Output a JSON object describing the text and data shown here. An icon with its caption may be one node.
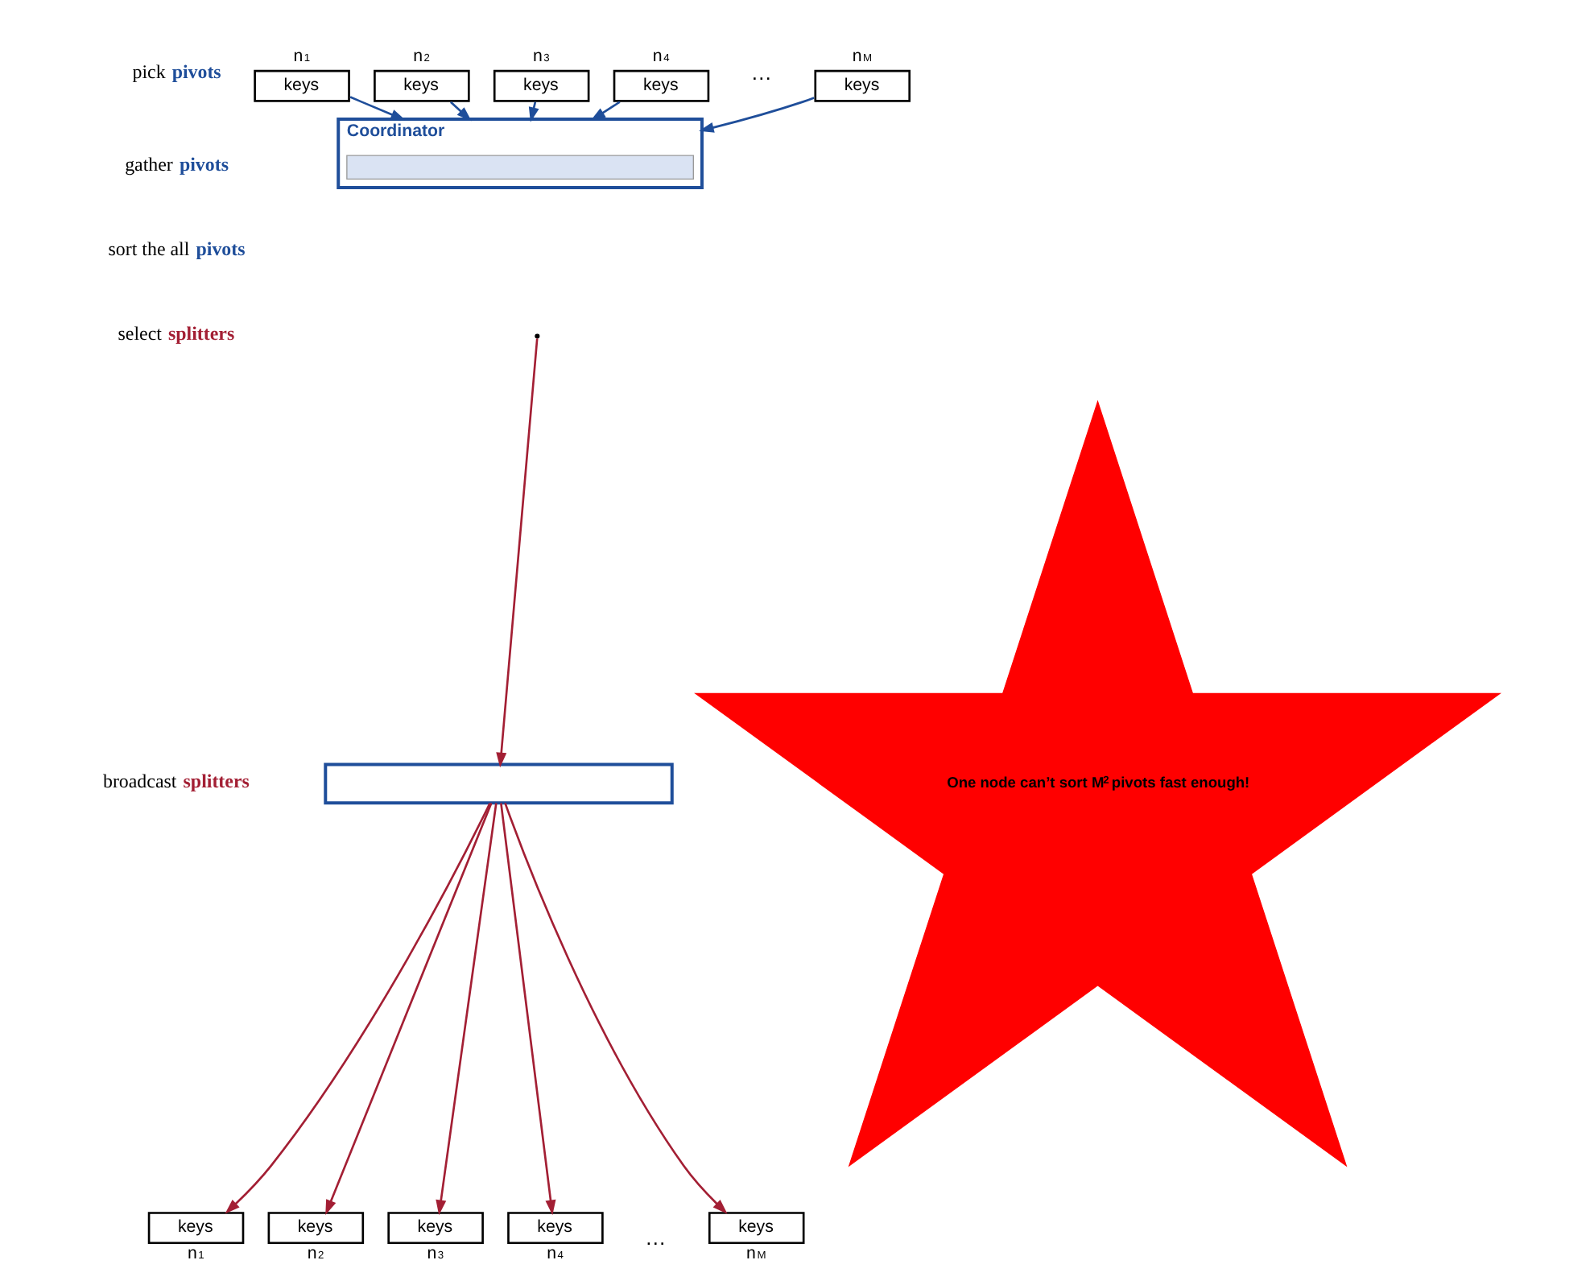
{
  "diagram": {
    "nodes": [
      {
        "text": [
          "keys"
        ],
        "beside": [
          "n$_{1}$"
        ]
      },
      {
        "text": [
          "keys"
        ],
        "beside": [
          "n$_{2}$"
        ]
      },
      {
        "text": [
          "keys"
        ],
        "beside": [
          "n$_{3}$"
        ]
      },
      {
        "text": [
          "keys"
        ],
        "beside": [
          "n$_{4}$"
        ]
      },
      {
        "text": [
          "keys"
        ],
        "beside": [
          "n$_{M}$"
        ]
      },
      {
        "text": [
          "Coordinator"
        ]
      },
      {
        "text": [],
        "shape": "bar",
        "in": 5
      },
      {
        "text": [],
        "shape": "box"
      },
      {
        "text": [
          "One node can’t sort M$^{2}$ pivots fast enough!"
        ]
      },
      {
        "text": [
          "keys"
        ],
        "beside": [
          "n$_{1}$"
        ]
      },
      {
        "text": [
          "keys"
        ],
        "beside": [
          "n$_{2}$"
        ]
      },
      {
        "text": [
          "keys"
        ],
        "beside": [
          "n$_{3}$"
        ]
      },
      {
        "text": [
          "keys"
        ],
        "beside": [
          "n$_{4}$"
        ]
      },
      {
        "text": [
          "keys"
        ],
        "beside": [
          "n$_{M}$"
        ]
      }
    ],
    "edges": [
      {
        "from": 0,
        "to": 5,
        "arrow": "to",
        "color": "#1f4e9a"
      },
      {
        "from": 1,
        "to": 5,
        "arrow": "to",
        "color": "#1f4e9a"
      },
      {
        "from": 2,
        "to": 5,
        "arrow": "to",
        "color": "#1f4e9a"
      },
      {
        "from": 3,
        "to": 5,
        "arrow": "to",
        "color": "#1f4e9a"
      },
      {
        "from": 4,
        "to": 5,
        "arrow": "to",
        "color": "#1f4e9a"
      },
      {
        "from": null,
        "to": 7,
        "arrow": "to",
        "color": "#a31f34"
      },
      {
        "from": 7,
        "to": 9,
        "arrow": "to",
        "color": "#a31f34"
      },
      {
        "from": 7,
        "to": 10,
        "arrow": "to",
        "color": "#a31f34"
      },
      {
        "from": 7,
        "to": 11,
        "arrow": "to",
        "color": "#a31f34"
      },
      {
        "from": 7,
        "to": 12,
        "arrow": "to",
        "color": "#a31f34"
      },
      {
        "from": 7,
        "to": 13,
        "arrow": "to",
        "color": "#a31f34"
      }
    ],
    "labels": [
      "pick **pivots**",
      "gather **pivots**",
      "sort the all **pivots**",
      "select **splitters**",
      "broadcast **splitters**",
      "…",
      "…"
    ]
  }
}
